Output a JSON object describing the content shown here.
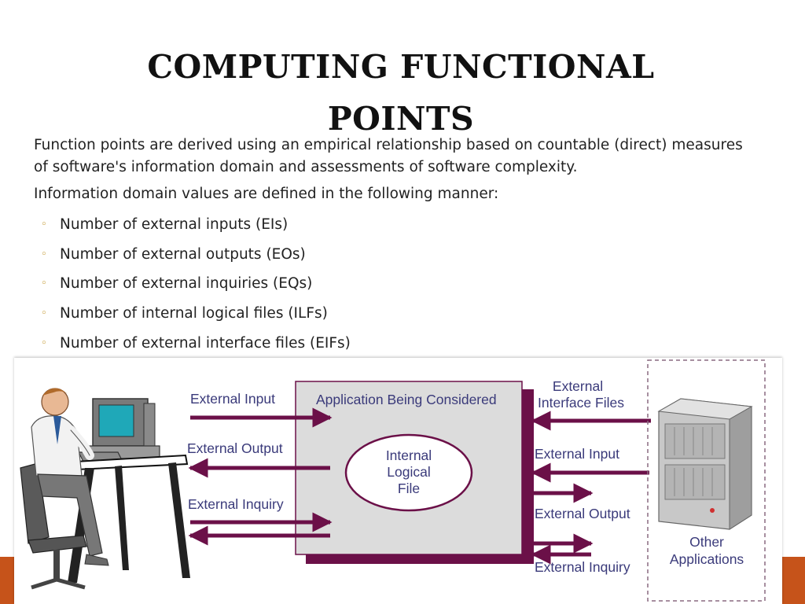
{
  "slide": {
    "title_line1": "Computing Functional",
    "title_line2": "Points",
    "intro": "Function points are derived using an empirical relationship based on countable (direct) measures of software's information domain and assessments of software complexity.",
    "intro2": "Information domain values are defined in the following manner:",
    "bullet_glyph": "◦",
    "bullets": [
      "Number of external inputs (EIs)",
      "Number of external outputs (EOs)",
      "Number of external inquiries (EQs)",
      "Number of internal logical files (ILFs)",
      "Number of external interface files (EIFs)"
    ]
  },
  "diagram": {
    "center_title": "Application Being Considered",
    "ilf_line1": "Internal",
    "ilf_line2": "Logical",
    "ilf_line3": "File",
    "left_labels": [
      "External Input",
      "External Output",
      "External Inquiry"
    ],
    "right_eif_line1": "External",
    "right_eif_line2": "Interface Files",
    "right_labels": [
      "External Input",
      "External Output",
      "External Inquiry"
    ],
    "other_line1": "Other",
    "other_line2": "Applications"
  },
  "colors": {
    "arrow": "#6b1048",
    "box_fill": "#dcdcdc",
    "box_shadow": "#6b1048",
    "label_text": "#3a3a7a",
    "accent_bar": "#c6531a"
  }
}
